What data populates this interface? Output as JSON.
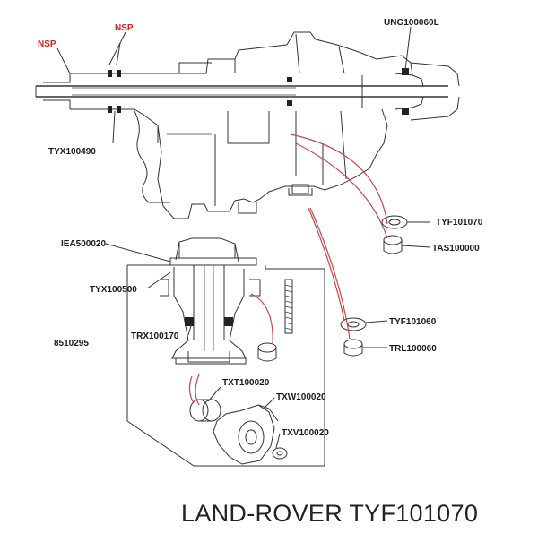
{
  "labels": {
    "nsp_top": "NSP",
    "nsp_left": "NSP",
    "ung100060l": "UNG100060L",
    "tyx100490": "TYX100490",
    "tyf101070": "TYF101070",
    "tas100000": "TAS100000",
    "iea500020": "IEA500020",
    "tyx100500": "TYX100500",
    "tyf101060": "TYF101060",
    "trx100170": "TRX100170",
    "p8510295": "8510295",
    "trl100060": "TRL100060",
    "txt100020": "TXT100020",
    "txw100020": "TXW100020",
    "txv100020": "TXV100020"
  },
  "caption": "LAND-ROVER TYF101070",
  "colors": {
    "accent_red": "#cc2222",
    "line": "#333333"
  }
}
